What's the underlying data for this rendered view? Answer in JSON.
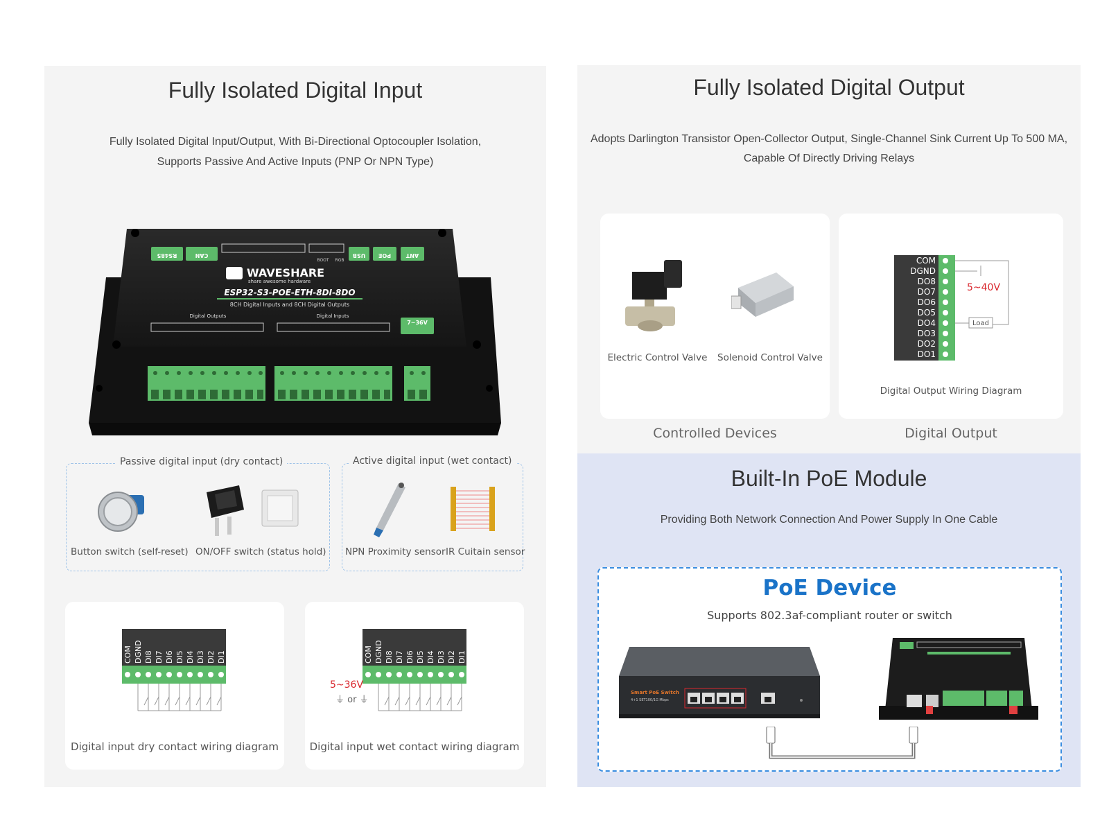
{
  "input_section": {
    "title": "Fully Isolated Digital Input",
    "subtitle_line1": "Fully Isolated Digital Input/Output, With Bi-Directional Optocoupler Isolation,",
    "subtitle_line2": "Supports Passive And Active Inputs (PNP Or NPN Type)",
    "board": {
      "brand": "WAVESHARE",
      "tagline": "share awesome hardware",
      "model": "ESP32-S3-POE-ETH-8DI-8DO",
      "description": "8CH Digital Inputs and 8CH Digital Outputs",
      "outputs_label": "Digital Outputs",
      "inputs_label": "Digital Inputs",
      "voltage_badge": "7~36V",
      "top_labels": [
        "RS485",
        "CAN",
        "USB",
        "POE",
        "ANT"
      ],
      "boot_label": "BOOT",
      "rgb_label": "RGB"
    },
    "passive_group": {
      "legend": "Passive digital input (dry contact)",
      "items": [
        "Button switch (self-reset)",
        "ON/OFF switch (status hold)"
      ]
    },
    "active_group": {
      "legend": "Active digital input (wet contact)",
      "items": [
        "NPN Proximity sensor",
        "IR Cuitain sensor"
      ]
    },
    "dry_diagram": {
      "caption": "Digital input dry contact wiring diagram",
      "pins": [
        "COM",
        "DGND",
        "DI8",
        "DI7",
        "DI6",
        "DI5",
        "DI4",
        "DI3",
        "DI2",
        "DI1"
      ]
    },
    "wet_diagram": {
      "caption": "Digital input wet contact wiring diagram",
      "voltage": "5~36V",
      "or_label": "or",
      "pins": [
        "COM",
        "DGND",
        "DI8",
        "DI7",
        "DI6",
        "DI5",
        "DI4",
        "DI3",
        "DI2",
        "DI1"
      ]
    }
  },
  "output_section": {
    "title": "Fully Isolated Digital Output",
    "subtitle_line1": "Adopts Darlington Transistor Open-Collector Output, Single-Channel Sink Current Up To 500 MA,",
    "subtitle_line2": "Capable Of Directly Driving Relays",
    "devices": [
      "Electric Control Valve",
      "Solenoid Control Valve"
    ],
    "devices_label": "Controlled Devices",
    "wiring_caption": "Digital Output Wiring Diagram",
    "wiring_pins": [
      "COM",
      "DGND",
      "DO8",
      "DO7",
      "DO6",
      "DO5",
      "DO4",
      "DO3",
      "DO2",
      "DO1"
    ],
    "voltage": "5~40V",
    "load_label": "Load",
    "output_label": "Digital Output"
  },
  "poe_section": {
    "title": "Built-In PoE Module",
    "subtitle": "Providing Both Network Connection And Power Supply In One Cable",
    "device_title": "PoE Device",
    "device_subtitle": "Supports 802.3af-compliant router or switch",
    "switch_label": "Smart PoE Switch",
    "switch_sublabel": "4+1 SET100/1G Mbps"
  },
  "colors": {
    "panel_bg": "#f4f4f4",
    "poe_bg": "#dfe4f4",
    "accent_blue": "#1a73c8",
    "terminal_green": "#5dbb6a",
    "warning_red": "#d9272e",
    "dashed_border": "#9fc3e8"
  }
}
